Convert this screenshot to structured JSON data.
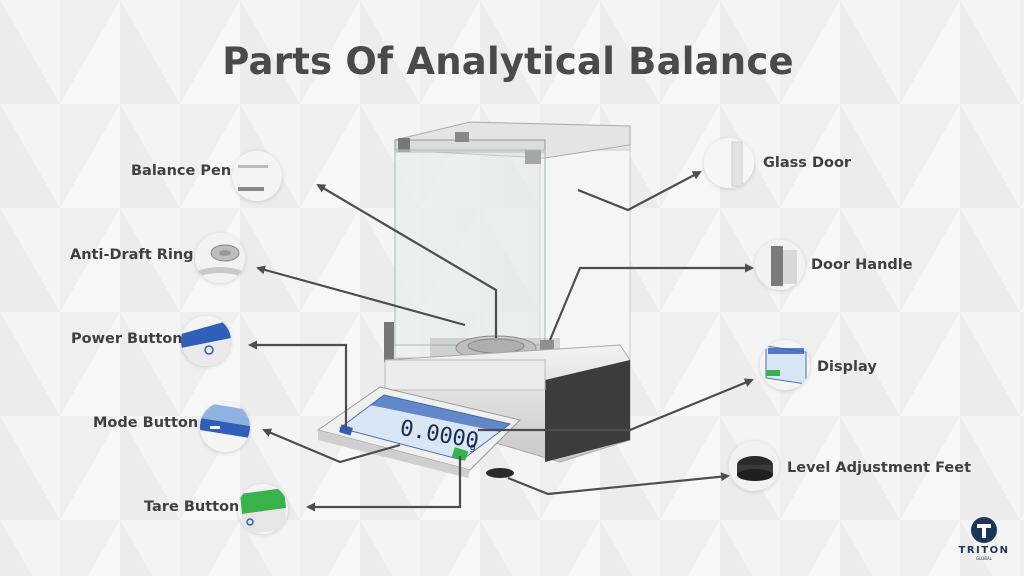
{
  "title": "Parts Of Analytical Balance",
  "display_reading": "0.0000",
  "display_unit": "g",
  "parts": {
    "balance_pen": "Balance Pen",
    "anti_draft_ring": "Anti-Draft Ring",
    "power_button": "Power Button",
    "mode_button": "Mode Button",
    "tare_button": "Tare Button",
    "glass_door": "Glass Door",
    "door_handle": "Door Handle",
    "display": "Display",
    "level_adjustment_feet": "Level Adjustment Feet"
  },
  "brand": {
    "name": "TRITON",
    "tagline": "GLOBAL",
    "accent_color": "#1d3557"
  },
  "colors": {
    "title": "#4a4a4a",
    "arrow": "#4d4d4d",
    "screen_blue": "#2f5fb8",
    "tare_green": "#38b24a"
  }
}
